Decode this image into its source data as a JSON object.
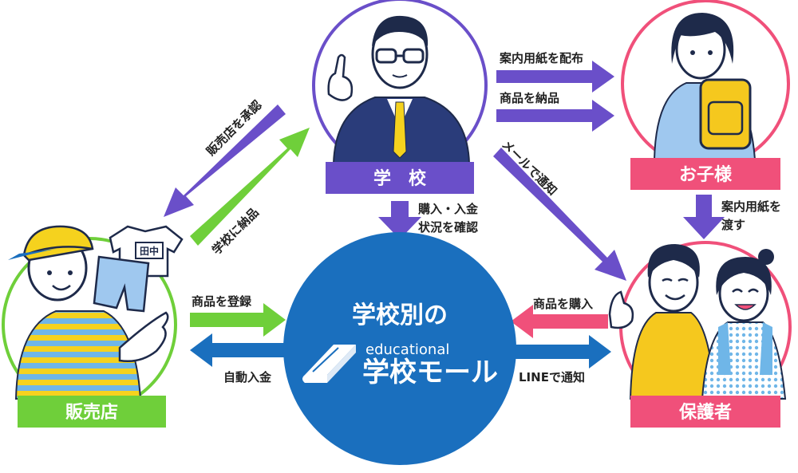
{
  "colors": {
    "purple": "#6a4fc9",
    "green": "#6fcf3a",
    "blue": "#1a6fbe",
    "pink": "#f0507a",
    "yellow": "#f5d21e",
    "navy": "#1e2a4a"
  },
  "nodes": {
    "school": {
      "label": "学　校"
    },
    "child": {
      "label": "お子様"
    },
    "shop": {
      "label": "販売店"
    },
    "parent": {
      "label": "保護者"
    },
    "mall": {
      "title": "学校別の",
      "subtitle": "educational",
      "name": "学校モール"
    }
  },
  "shirt_tag": "田中",
  "flows": {
    "school_to_child_1": "案内用紙を配布",
    "school_to_child_2": "商品を納品",
    "shop_approve": "販売店を承認",
    "school_delivery": "学校に納品",
    "mail_notify": "メールで通知",
    "check_line1": "購入・入金",
    "check_line2": "状況を確認",
    "child_to_parent_line1": "案内用紙を",
    "child_to_parent_line2": "渡す",
    "register": "商品を登録",
    "deposit": "自動入金",
    "purchase": "商品を購入",
    "line_notify": "LINEで通知"
  }
}
